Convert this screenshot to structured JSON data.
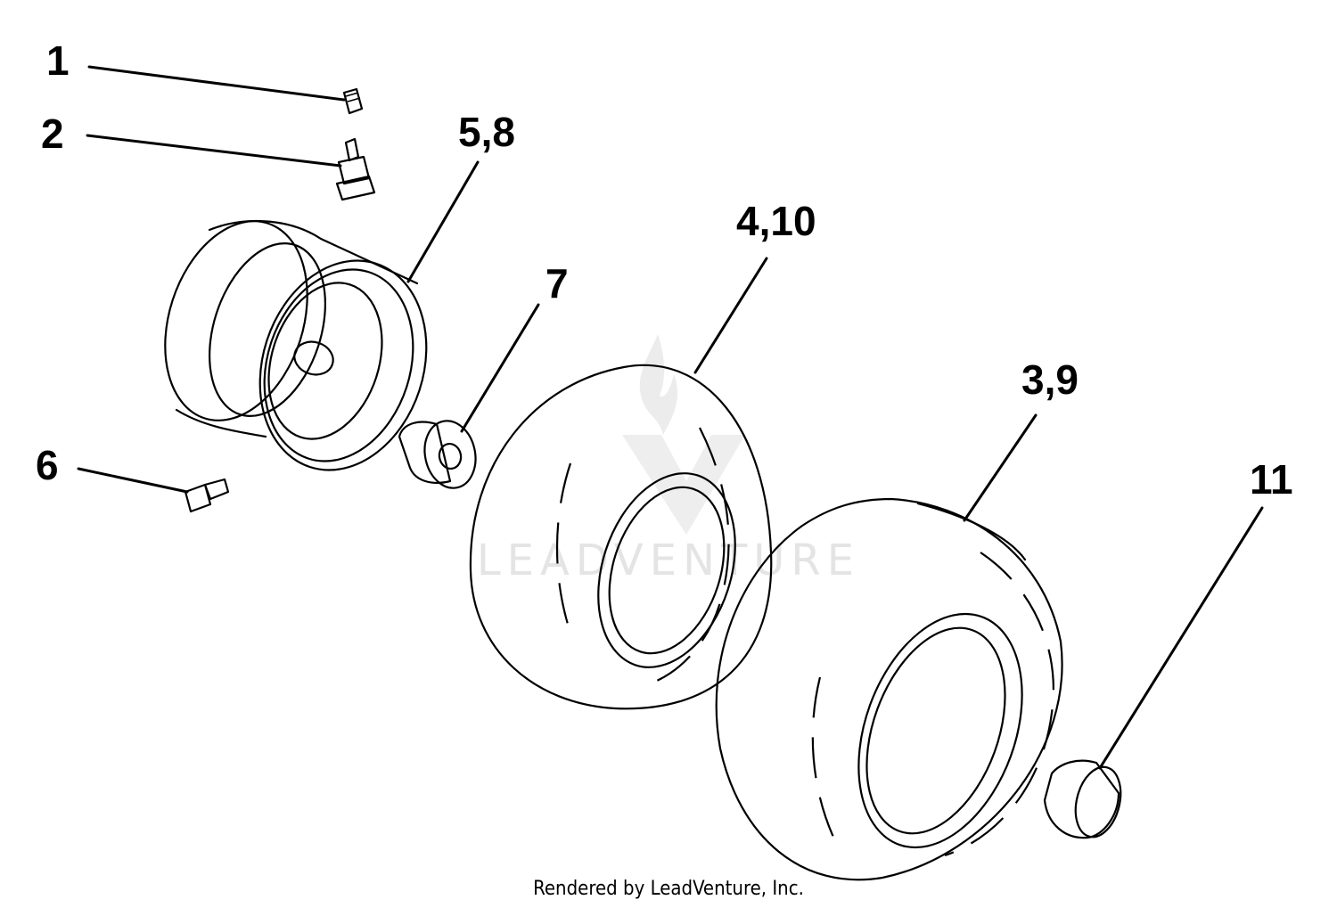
{
  "callouts": {
    "c1": "1",
    "c2": "2",
    "c3": "3,9",
    "c4": "4,10",
    "c5": "5,8",
    "c6": "6",
    "c7": "7",
    "c11": "11"
  },
  "watermark": {
    "text": "LEADVENTURE",
    "color": "#e4e4e4"
  },
  "footer": {
    "credit": "Rendered by LeadVenture, Inc."
  },
  "colors": {
    "line": "#000000",
    "background": "#ffffff"
  }
}
